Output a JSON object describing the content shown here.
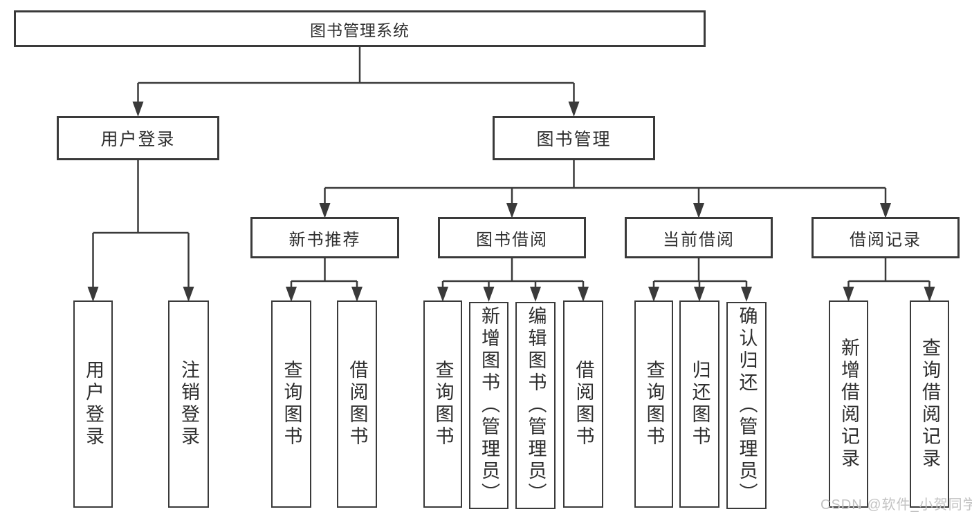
{
  "diagram": {
    "root": {
      "label": "图书管理系统"
    },
    "branches": [
      {
        "label": "用户登录",
        "children": [
          {
            "label": "用户登录"
          },
          {
            "label": "注销登录"
          }
        ]
      },
      {
        "label": "图书管理",
        "children": [
          {
            "label": "新书推荐",
            "children": [
              {
                "label": "查询图书"
              },
              {
                "label": "借阅图书"
              }
            ]
          },
          {
            "label": "图书借阅",
            "children": [
              {
                "label": "查询图书"
              },
              {
                "label": "新增图书（管理员）"
              },
              {
                "label": "编辑图书（管理员）"
              },
              {
                "label": "借阅图书"
              }
            ]
          },
          {
            "label": "当前借阅",
            "children": [
              {
                "label": "查询图书"
              },
              {
                "label": "归还图书"
              },
              {
                "label": "确认归还（管理员）"
              }
            ]
          },
          {
            "label": "借阅记录",
            "children": [
              {
                "label": "新增借阅记录"
              },
              {
                "label": "查询借阅记录"
              }
            ]
          }
        ]
      }
    ]
  },
  "watermark": {
    "text": "CSDN @软件_小贺同学"
  },
  "colors": {
    "line": "#3a3a3a",
    "text": "#2e2e2e",
    "watermark": "#c2c2c2",
    "background": "#ffffff"
  }
}
